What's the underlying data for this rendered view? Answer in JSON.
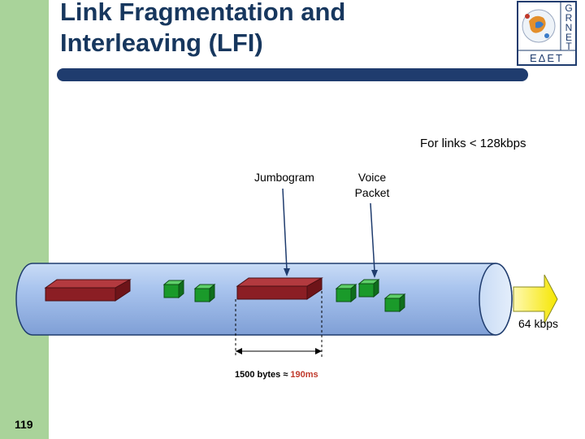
{
  "slide": {
    "title": "Link Fragmentation and\nInterleaving (LFI)",
    "page_number": "119"
  },
  "logo": {
    "letters": [
      "G",
      "R",
      "N",
      "E",
      "T"
    ],
    "caption": "ΕΔΕΤ"
  },
  "diagram": {
    "note": "For links < 128kbps",
    "label_jumbogram": "Jumbogram",
    "label_voice": "Voice\nPacket",
    "speed": "64 kbps",
    "dimension_bytes": "1500 bytes",
    "dimension_approx": " ≈ ",
    "dimension_ms": "190ms"
  },
  "colors": {
    "accent_green": "#a9d39a",
    "title_navy": "#17375e",
    "pipe_blue": "#a9c4ee",
    "jumbogram_red": "#8b1e24",
    "voice_green": "#1a9a2a",
    "arrow_yellow": "#f5e600"
  }
}
